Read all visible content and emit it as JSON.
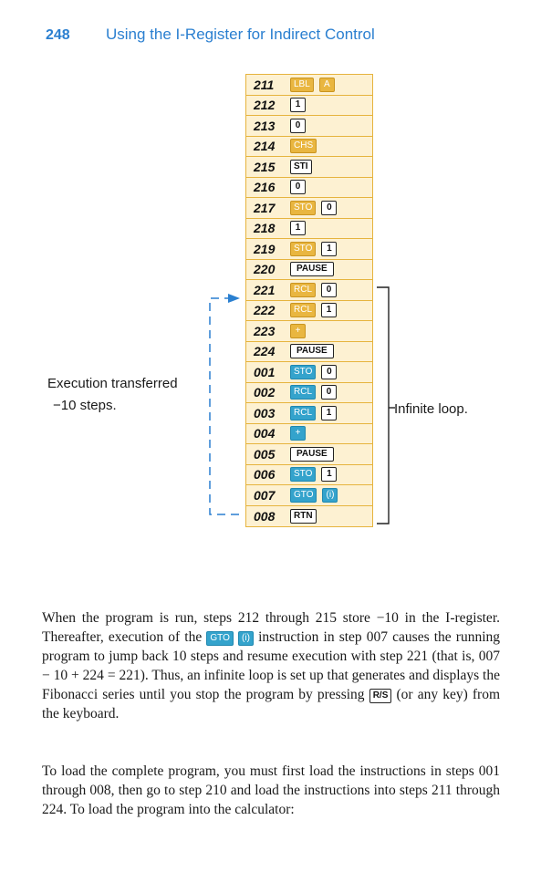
{
  "header": {
    "page_number": "248",
    "title": "Using the I-Register for Indirect Control"
  },
  "colors": {
    "accent_blue": "#2a7fd0",
    "table_fill": "#fdf1d2",
    "table_border": "#e6b43e",
    "key_gold": "#e9b640",
    "key_blue": "#34a3cc"
  },
  "listing": [
    {
      "step": "211",
      "keys": [
        {
          "label": "LBL",
          "style": "gold"
        },
        {
          "label": "A",
          "style": "gold"
        }
      ]
    },
    {
      "step": "212",
      "keys": [
        {
          "label": "1",
          "style": "white"
        }
      ]
    },
    {
      "step": "213",
      "keys": [
        {
          "label": "0",
          "style": "white"
        }
      ]
    },
    {
      "step": "214",
      "keys": [
        {
          "label": "CHS",
          "style": "gold"
        }
      ]
    },
    {
      "step": "215",
      "keys": [
        {
          "label": "STI",
          "style": "white"
        }
      ]
    },
    {
      "step": "216",
      "keys": [
        {
          "label": "0",
          "style": "white"
        }
      ]
    },
    {
      "step": "217",
      "keys": [
        {
          "label": "STO",
          "style": "gold"
        },
        {
          "label": "0",
          "style": "white"
        }
      ]
    },
    {
      "step": "218",
      "keys": [
        {
          "label": "1",
          "style": "white"
        }
      ]
    },
    {
      "step": "219",
      "keys": [
        {
          "label": "STO",
          "style": "gold"
        },
        {
          "label": "1",
          "style": "white"
        }
      ]
    },
    {
      "step": "220",
      "keys": [
        {
          "label": "PAUSE",
          "style": "white"
        }
      ]
    },
    {
      "step": "221",
      "keys": [
        {
          "label": "RCL",
          "style": "gold"
        },
        {
          "label": "0",
          "style": "white"
        }
      ]
    },
    {
      "step": "222",
      "keys": [
        {
          "label": "RCL",
          "style": "gold"
        },
        {
          "label": "1",
          "style": "white"
        }
      ]
    },
    {
      "step": "223",
      "keys": [
        {
          "label": "+",
          "style": "gold"
        }
      ]
    },
    {
      "step": "224",
      "keys": [
        {
          "label": "PAUSE",
          "style": "white"
        }
      ]
    },
    {
      "step": "001",
      "keys": [
        {
          "label": "STO",
          "style": "blue"
        },
        {
          "label": "0",
          "style": "white"
        }
      ]
    },
    {
      "step": "002",
      "keys": [
        {
          "label": "RCL",
          "style": "blue"
        },
        {
          "label": "0",
          "style": "white"
        }
      ]
    },
    {
      "step": "003",
      "keys": [
        {
          "label": "RCL",
          "style": "blue"
        },
        {
          "label": "1",
          "style": "white"
        }
      ]
    },
    {
      "step": "004",
      "keys": [
        {
          "label": "+",
          "style": "blue"
        }
      ]
    },
    {
      "step": "005",
      "keys": [
        {
          "label": "PAUSE",
          "style": "white"
        }
      ]
    },
    {
      "step": "006",
      "keys": [
        {
          "label": "STO",
          "style": "blue"
        },
        {
          "label": "1",
          "style": "white"
        }
      ]
    },
    {
      "step": "007",
      "keys": [
        {
          "label": "GTO",
          "style": "blue"
        },
        {
          "label": "(i)",
          "style": "blue"
        }
      ]
    },
    {
      "step": "008",
      "keys": [
        {
          "label": "RTN",
          "style": "white"
        }
      ]
    }
  ],
  "annotations": {
    "execution_line1": "Execution transferred",
    "execution_line2": "−10 steps.",
    "infinite_loop": "Infinite loop."
  },
  "paragraph1": {
    "t1": "When the program is run, steps 212 through 215 store −10 in the I-register. Thereafter, execution of the ",
    "k1": "GTO",
    "k2": "(i)",
    "t2": " instruction in step 007 causes the running program to jump back 10 steps and resume execution with step 221 (that is, 007 − 10 + 224 = 221). Thus, an infinite loop is set up that generates and displays the Fibonacci series until you stop the program by pressing ",
    "k3": "R/S",
    "t3": " (or any key) from the keyboard."
  },
  "paragraph2": "To load the complete program, you must first load the instructions in steps 001 through 008, then go to step 210 and load the instructions into steps 211 through 224. To load the program into the calculator:"
}
